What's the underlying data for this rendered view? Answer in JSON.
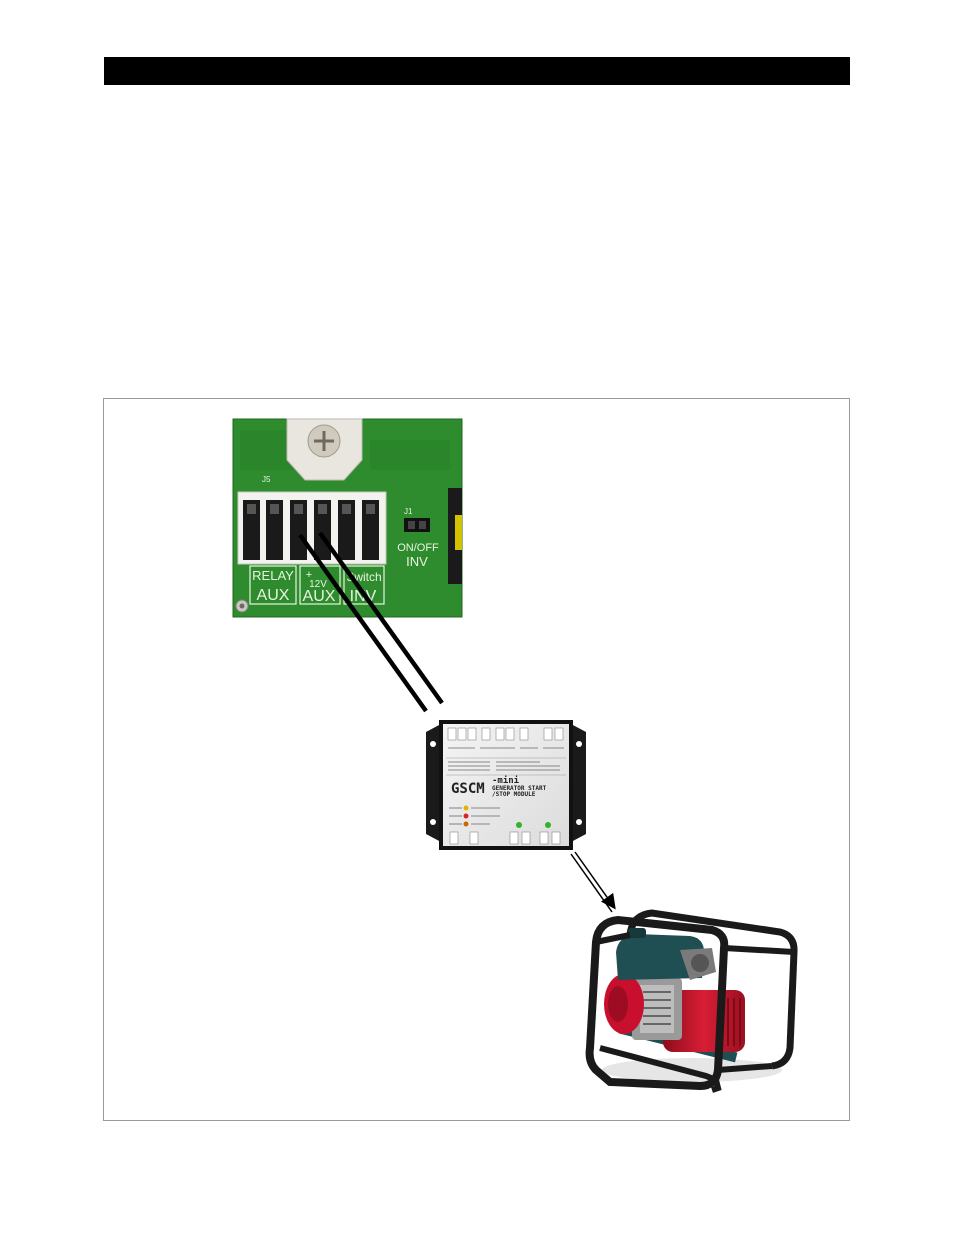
{
  "header": {
    "title": ""
  },
  "pcb": {
    "connector_id": "J5",
    "jumper_id": "J1",
    "jumper_label_1": "ON/OFF",
    "jumper_label_2": "INV",
    "relay_label_1": "RELAY",
    "relay_label_2": "AUX",
    "aux12_plus": "+",
    "aux12_volt": "12V",
    "aux12_label": "AUX",
    "switch_label_1": "Switch",
    "switch_label_2": "INV"
  },
  "module": {
    "brand": "GSCM",
    "model": "-mini",
    "title_1": "GENERATOR START",
    "title_2": "/STOP MODULE"
  },
  "colors": {
    "pcb_green": "#2e8b2e",
    "generator_red": "#c8102e",
    "generator_frame": "#1a1a1a",
    "engine_teal": "#1f4f52"
  }
}
